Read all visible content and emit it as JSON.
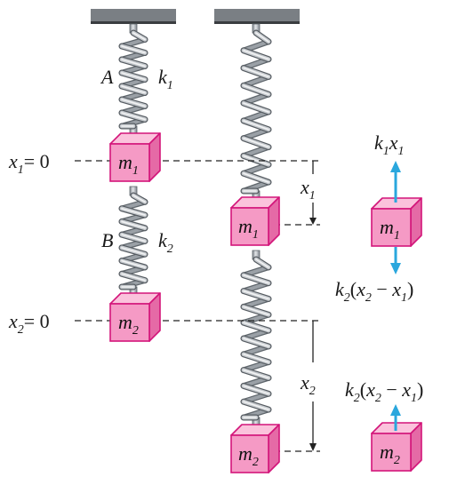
{
  "colors": {
    "ceiling": "#7a7f84",
    "ceiling_edge": "#3a3d40",
    "spring_light": "#d6d9dc",
    "spring_dark": "#7e858c",
    "rod": "#9aa0a6",
    "mass_front": "#f59ac5",
    "mass_top": "#fbc3dc",
    "mass_side": "#e56aa6",
    "mass_edge": "#d3157a",
    "arrow": "#2aa7dd",
    "dashed": "#222222",
    "text": "#1a1a1a"
  },
  "springs": {
    "A": {
      "name": "A",
      "constant": "k",
      "constant_sub": "1"
    },
    "B": {
      "name": "B",
      "constant": "k",
      "constant_sub": "2"
    }
  },
  "masses": {
    "m1": {
      "base": "m",
      "sub": "1"
    },
    "m2": {
      "base": "m",
      "sub": "2"
    }
  },
  "equilibrium": {
    "x1": {
      "base": "x",
      "sub": "1",
      "rest": "= 0"
    },
    "x2": {
      "base": "x",
      "sub": "2",
      "rest": "= 0"
    }
  },
  "displacements": {
    "x1": {
      "base": "x",
      "sub": "1"
    },
    "x2": {
      "base": "x",
      "sub": "2"
    }
  },
  "forces": {
    "up_on_m1": {
      "k": "k",
      "k_sub": "1",
      "x": "x",
      "x_sub": "1"
    },
    "down_on_m1": {
      "k": "k",
      "k_sub": "2",
      "open": "(",
      "x2": "x",
      "x2_sub": "2",
      "minus": " − ",
      "x1": "x",
      "x1_sub": "1",
      "close": ")"
    },
    "up_on_m2": {
      "k": "k",
      "k_sub": "2",
      "open": "(",
      "x2": "x",
      "x2_sub": "2",
      "minus": " − ",
      "x1": "x",
      "x1_sub": "1",
      "close": ")"
    }
  }
}
